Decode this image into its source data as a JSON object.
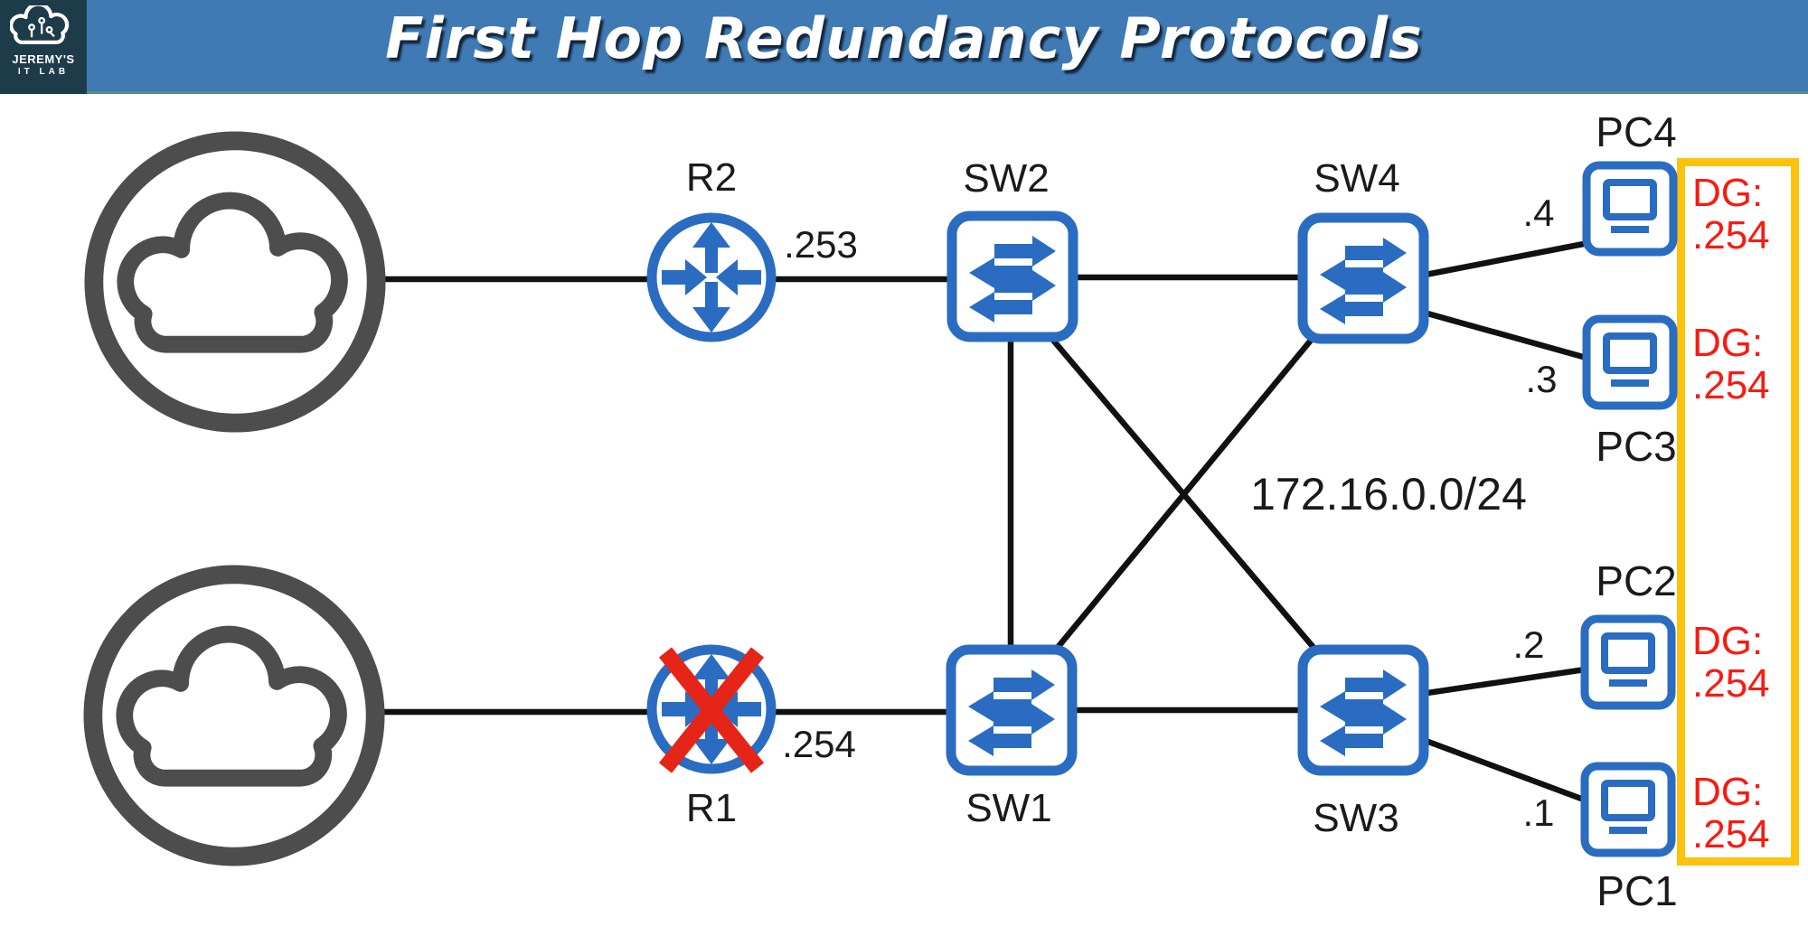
{
  "header": {
    "title": "First Hop Redundancy Protocols",
    "logo": {
      "brand_line1": "JEREMY'S",
      "brand_line2": "IT LAB"
    }
  },
  "colors": {
    "header_bar": "#3f7ab5",
    "header_underline": "#5a8e7e",
    "logo_background": "#1e3b4a",
    "device_blue": "#2a6cc2",
    "cloud_gray": "#4d4d4d",
    "link_black": "#111111",
    "failure_red": "#e62417",
    "gateway_text_red": "#f81b10",
    "highlight_yellow": "#fec10d"
  },
  "diagram": {
    "subnet_label": "172.16.0.0/24",
    "routers": [
      {
        "label": "R2",
        "interface_ip": ".253",
        "status": "up"
      },
      {
        "label": "R1",
        "interface_ip": ".254",
        "status": "down"
      }
    ],
    "switches": [
      {
        "label": "SW2"
      },
      {
        "label": "SW4"
      },
      {
        "label": "SW1"
      },
      {
        "label": "SW3"
      }
    ],
    "pcs": [
      {
        "label": "PC4",
        "ip": ".4",
        "dg_prefix": "DG:",
        "dg_value": ".254"
      },
      {
        "label": "PC3",
        "ip": ".3",
        "dg_prefix": "DG:",
        "dg_value": ".254"
      },
      {
        "label": "PC2",
        "ip": ".2",
        "dg_prefix": "DG:",
        "dg_value": ".254"
      },
      {
        "label": "PC1",
        "ip": ".1",
        "dg_prefix": "DG:",
        "dg_value": ".254"
      }
    ]
  }
}
